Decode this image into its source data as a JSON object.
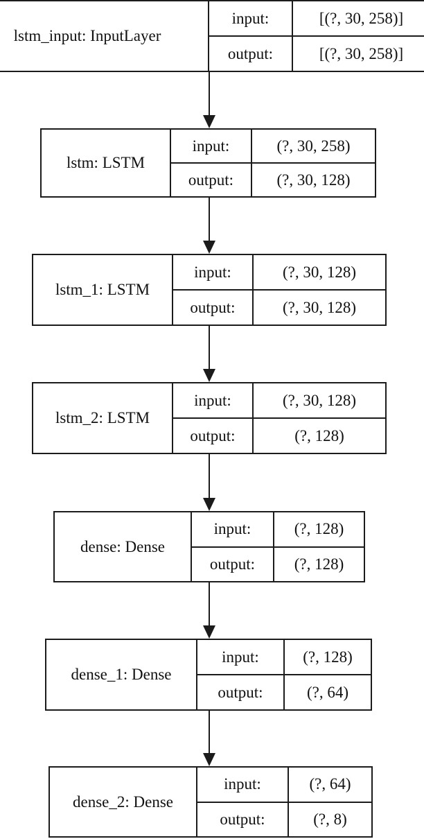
{
  "diagram": {
    "kind": "keras-model-architecture",
    "colors": {
      "border": "#1b1b1b",
      "background": "#ffffff",
      "text": "#111111"
    }
  },
  "layers": [
    {
      "name": "lstm_input: InputLayer",
      "input_label": "input:",
      "output_label": "output:",
      "input_shape": "[(?, 30, 258)]",
      "output_shape": "[(?, 30, 258)]"
    },
    {
      "name": "lstm: LSTM",
      "input_label": "input:",
      "output_label": "output:",
      "input_shape": "(?, 30, 258)",
      "output_shape": "(?, 30, 128)"
    },
    {
      "name": "lstm_1: LSTM",
      "input_label": "input:",
      "output_label": "output:",
      "input_shape": "(?, 30, 128)",
      "output_shape": "(?, 30, 128)"
    },
    {
      "name": "lstm_2: LSTM",
      "input_label": "input:",
      "output_label": "output:",
      "input_shape": "(?, 30, 128)",
      "output_shape": "(?, 128)"
    },
    {
      "name": "dense: Dense",
      "input_label": "input:",
      "output_label": "output:",
      "input_shape": "(?, 128)",
      "output_shape": "(?, 128)"
    },
    {
      "name": "dense_1: Dense",
      "input_label": "input:",
      "output_label": "output:",
      "input_shape": "(?, 128)",
      "output_shape": "(?, 64)"
    },
    {
      "name": "dense_2: Dense",
      "input_label": "input:",
      "output_label": "output:",
      "input_shape": "(?, 64)",
      "output_shape": "(?, 8)"
    }
  ]
}
